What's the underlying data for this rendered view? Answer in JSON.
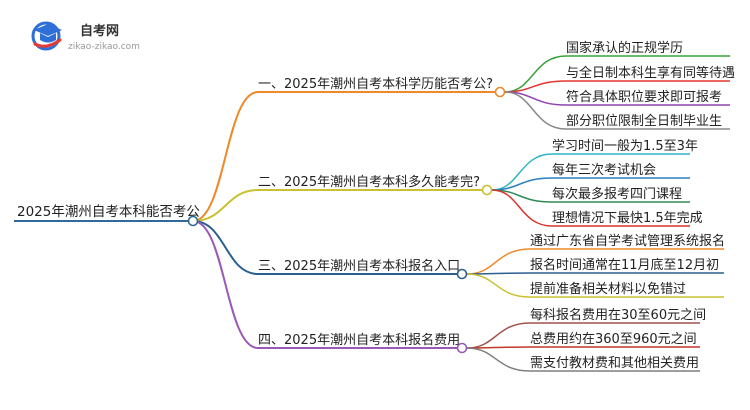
{
  "logo": {
    "title": "自考网",
    "subtitle": "zikao-zikao.com",
    "colors": {
      "cap": "#2e6fd8",
      "accent": "#e23b3b"
    }
  },
  "root": {
    "label": "2025年潮州自考本科能否考公",
    "color": "#2f6b9a"
  },
  "branches": [
    {
      "label": "一、2025年潮州自考本科学历能否考公?",
      "color": "#ee8a2a",
      "children": [
        {
          "label": "国家承认的正规学历",
          "color": "#3aa23a"
        },
        {
          "label": "与全日制本科生享有同等待遇",
          "color": "#e4352f"
        },
        {
          "label": "符合具体职位要求即可报考",
          "color": "#8e44ad"
        },
        {
          "label": "部分职位限制全日制毕业生",
          "color": "#8a8a8a"
        }
      ]
    },
    {
      "label": "二、2025年潮州自考本科多久能考完?",
      "color": "#c8c232",
      "children": [
        {
          "label": "学习时间一般为1.5至3年",
          "color": "#2fb3c9"
        },
        {
          "label": "每年三次考试机会",
          "color": "#2a7fc2"
        },
        {
          "label": "每次最多报考四门课程",
          "color": "#2e8b57"
        },
        {
          "label": "理想情况下最快1.5年完成",
          "color": "#d9342b"
        }
      ]
    },
    {
      "label": "三、2025年潮州自考本科报名入口",
      "color": "#2b5f8f",
      "children": [
        {
          "label": "通过广东省自学考试管理系统报名",
          "color": "#ee8a2a"
        },
        {
          "label": "报名时间通常在11月底至12月初",
          "color": "#2b5f8f"
        },
        {
          "label": "提前准备相关材料以免错过",
          "color": "#c8c232"
        }
      ]
    },
    {
      "label": "四、2025年潮州自考本科报名费用",
      "color": "#9b59b6",
      "children": [
        {
          "label": "每科报名费用在30至60元之间",
          "color": "#a0524d"
        },
        {
          "label": "总费用约在360至960元之间",
          "color": "#c0392b"
        },
        {
          "label": "需支付教材费和其他相关费用",
          "color": "#7f7f7f"
        }
      ]
    }
  ]
}
